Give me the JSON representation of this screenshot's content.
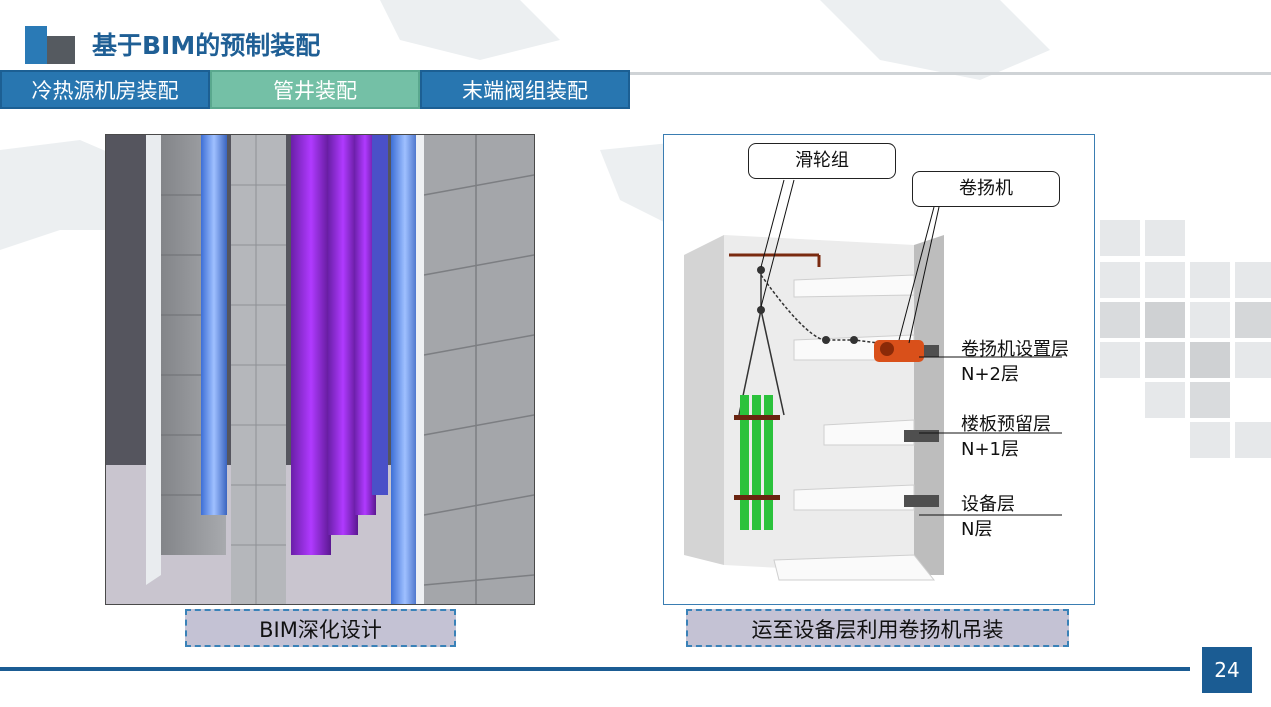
{
  "title": "基于BIM的预制装配",
  "tabs": [
    {
      "label": "冷热源机房装配"
    },
    {
      "label": "管井装配"
    },
    {
      "label": "末端阀组装配"
    }
  ],
  "captions": {
    "left": "BIM深化设计",
    "right": "运至设备层利用卷扬机吊装"
  },
  "diagram": {
    "callout_pulley": "滑轮组",
    "callout_winch": "卷扬机",
    "level_winch": "卷扬机设置层",
    "level_winch_code": "N+2层",
    "level_reserved": "楼板预留层",
    "level_reserved_code": "N+1层",
    "level_equipment": "设备层",
    "level_equipment_code": "N层"
  },
  "page_number": "24",
  "colors": {
    "brand_blue": "#2876b0",
    "tab_active_green": "#74c0a6",
    "caption_bg": "#c4c2d4",
    "footer_blue": "#1b5c93"
  }
}
